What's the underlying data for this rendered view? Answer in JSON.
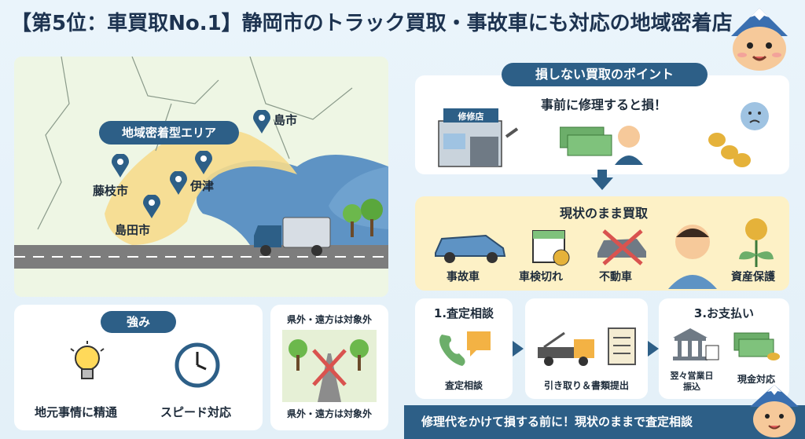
{
  "header": {
    "title": "【第5位：車買取No.1】静岡市のトラック買取・事故車にも対応の地域密着店"
  },
  "map": {
    "area_label": "地域密着型エリア",
    "places": {
      "shimashi": "島市",
      "fujieda": "藤枝市",
      "izu": "伊津",
      "shimada": "島田市"
    }
  },
  "strengths": {
    "title": "強み",
    "items": {
      "local": "地元事情に精通",
      "speed": "スピード対応"
    }
  },
  "out_of_area": {
    "top_text": "県外・遠方は対象外",
    "bottom_text": "県外・遠方は対象外"
  },
  "points": {
    "title": "損しない買取のポイント",
    "subtitle": "事前に修理すると損！",
    "shop_sign": "修修店"
  },
  "asis": {
    "title": "現状のまま買取",
    "items": {
      "accident": "事故車",
      "inspection": "車検切れ",
      "immobile": "不動車",
      "asset": "資産保護"
    }
  },
  "steps": {
    "s1": {
      "title": "1.査定相談",
      "label": "査定相談"
    },
    "s2": {
      "label": "引き取り＆書類提出"
    },
    "s3": {
      "title": "3.お支払い",
      "label_a_line1": "翌々営業日",
      "label_a_line2": "振込",
      "label_b": "現金対応"
    }
  },
  "banner": {
    "text": "修理代をかけて損する前に！現状のままで査定相談"
  },
  "colors": {
    "navy": "#2d5f87",
    "sea": "#5e93c4",
    "area": "#f6dc8c",
    "cream": "#fdf1c6",
    "red": "#d9534f"
  }
}
